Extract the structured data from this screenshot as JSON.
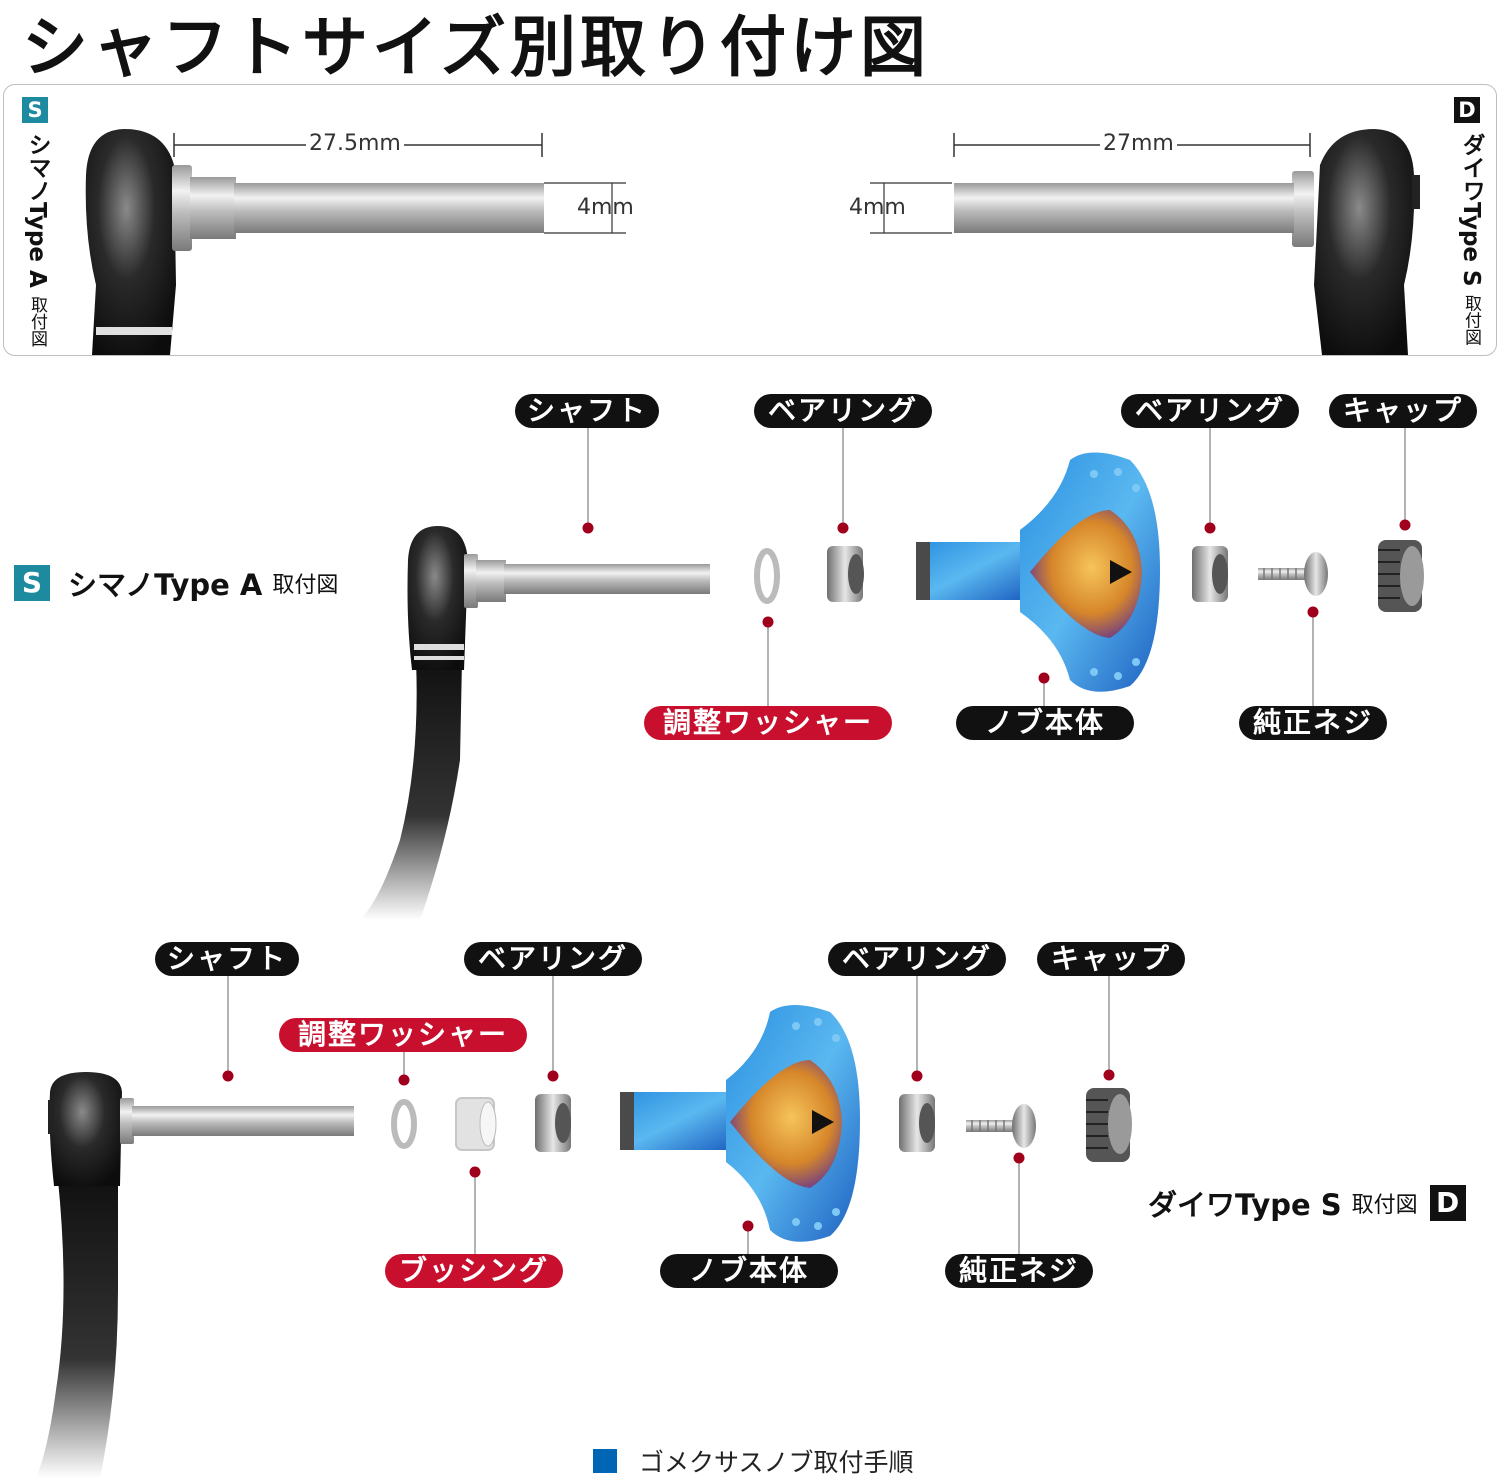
{
  "title": "シャフトサイズ別取り付け図",
  "dimensions": {
    "shimano": {
      "badge": "S",
      "label": "シマノType A",
      "label_small": "取付図",
      "length": "27.5mm",
      "diameter": "4mm"
    },
    "daiwa": {
      "badge": "D",
      "label": "ダイワType S",
      "label_small": "取付図",
      "length": "27mm",
      "diameter": "4mm"
    }
  },
  "shimano_diagram": {
    "badge": "S",
    "label": "シマノType A",
    "label_small": "取付図",
    "parts": [
      "シャフト",
      "ベアリング",
      "ベアリング",
      "キャップ",
      "調整ワッシャー",
      "ノブ本体",
      "純正ネジ"
    ]
  },
  "daiwa_diagram": {
    "badge": "D",
    "label": "ダイワType S",
    "label_small": "取付図",
    "parts": [
      "シャフト",
      "ベアリング",
      "ベアリング",
      "キャップ",
      "調整ワッシャー",
      "ブッシング",
      "ノブ本体",
      "純正ネジ"
    ]
  },
  "footer": {
    "text": "ゴメクサスノブ取付手順"
  },
  "colors": {
    "shimano_badge": "#1e8aa0",
    "daiwa_badge": "#111111",
    "red_pill": "#c8102e",
    "black_pill": "#111111",
    "footer_square": "#0066b3",
    "leader_dot": "#a0001c"
  }
}
